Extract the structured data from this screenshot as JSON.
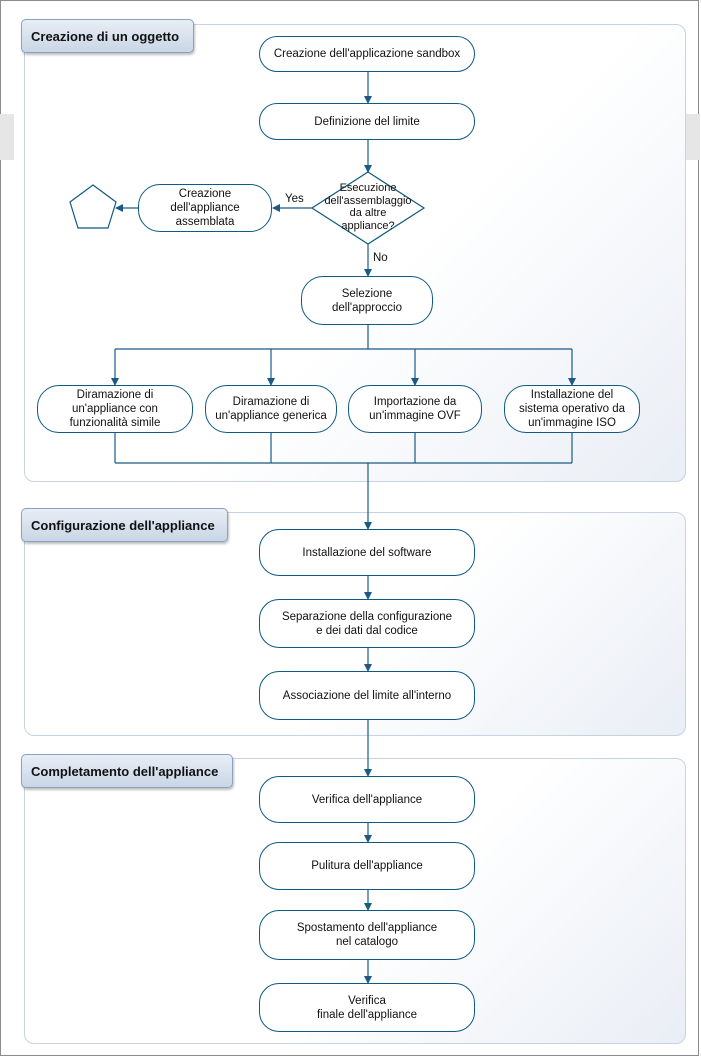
{
  "sections": [
    {
      "title": "Creazione di un oggetto"
    },
    {
      "title": "Configurazione dell'appliance"
    },
    {
      "title": "Completamento dell'appliance"
    }
  ],
  "nodes": {
    "sandbox": "Creazione dell'applicazione sandbox",
    "limit_def": "Definizione del limite",
    "decision": "Esecuzione\ndell'assemblaggio\nda altre\nappliance?",
    "assembled": "Creazione\ndell'appliance\nassemblata",
    "approach": "Selezione\ndell'approccio",
    "branch_similar": "Diramazione di\nun'appliance con\nfunzionalità simile",
    "branch_generic": "Diramazione di\nun'appliance generica",
    "import_ovf": "Importazione da\nun'immagine OVF",
    "install_iso": "Installazione del\nsistema operativo da\nun'immagine ISO",
    "software": "Installazione del software",
    "separation": "Separazione della configurazione\ne dei dati dal codice",
    "association": "Associazione del limite all'interno",
    "verify": "Verifica dell'appliance",
    "cleanup": "Pulitura dell'appliance",
    "move_catalog": "Spostamento dell'appliance\nnel catalogo",
    "final_verify": "Verifica\nfinale dell'appliance"
  },
  "edge_labels": {
    "yes": "Yes",
    "no": "No"
  },
  "colors": {
    "line": "#1a5a86",
    "node_border": "#0f5a82",
    "group_border": "#c5d3e3",
    "title_fill": "#c9d6e6"
  }
}
